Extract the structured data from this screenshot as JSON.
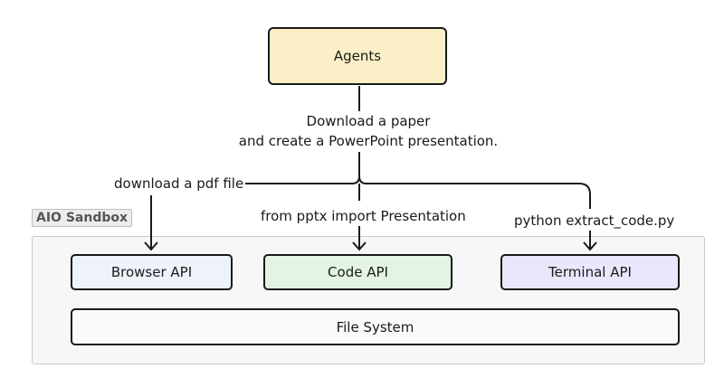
{
  "agents": {
    "label": "Agents"
  },
  "instruction": {
    "line1": "Download a paper",
    "line2": "and create a PowerPoint presentation."
  },
  "branches": {
    "browser": "download a pdf file",
    "code": "from pptx import Presentation",
    "terminal": "python extract_code.py"
  },
  "sandbox": {
    "tag": "AIO Sandbox"
  },
  "apis": {
    "browser": "Browser API",
    "code": "Code API",
    "terminal": "Terminal API"
  },
  "filesystem": {
    "label": "File System"
  },
  "colors": {
    "agents_fill": "#fcefc7",
    "browser_fill": "#eef2fb",
    "code_fill": "#e4f4e4",
    "terminal_fill": "#ebe6fb",
    "filesystem_fill": "#fafafa",
    "sandbox_fill": "#f7f7f7"
  }
}
